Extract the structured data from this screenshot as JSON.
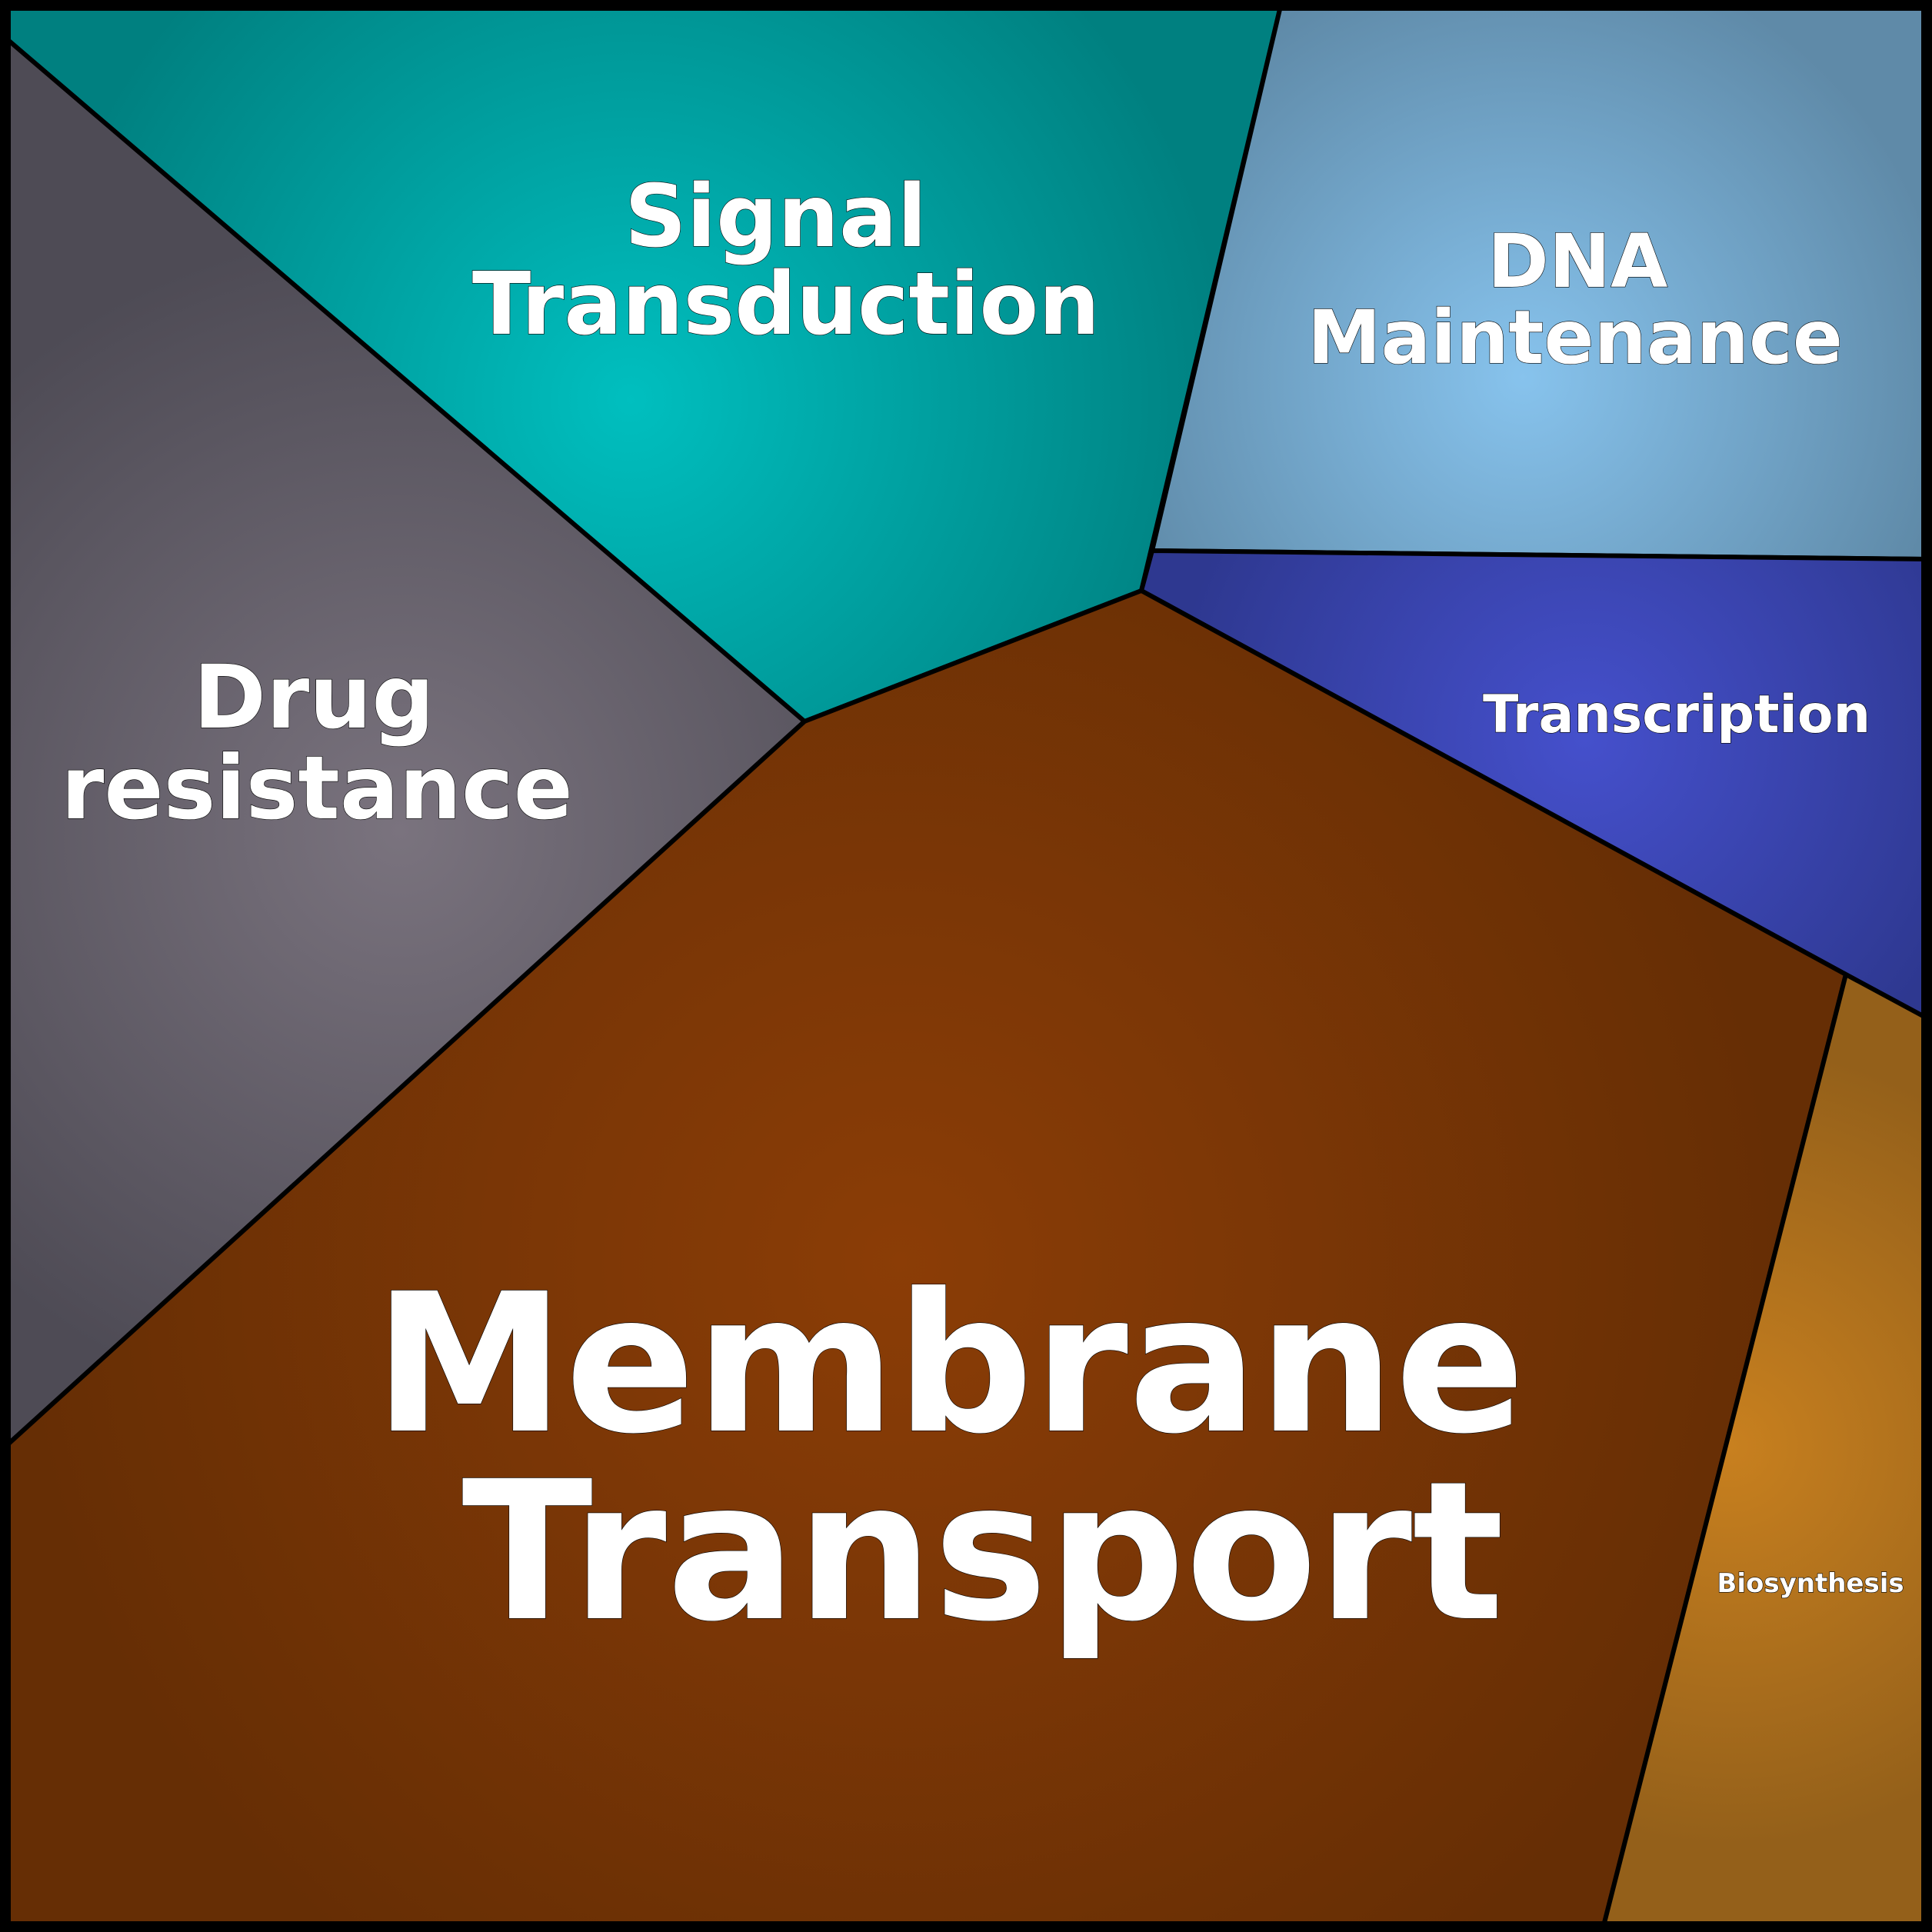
{
  "diagram": {
    "type": "voronoi-treemap",
    "cells": [
      {
        "id": "signal",
        "label_lines": [
          "Signal",
          "Transduction"
        ],
        "color_center": "#00BFBF",
        "color_edge": "#008080"
      },
      {
        "id": "dna",
        "label_lines": [
          "DNA",
          "Maintenance"
        ],
        "color_center": "#87C3ED",
        "color_edge": "#5F8AA8"
      },
      {
        "id": "transcription",
        "label_lines": [
          "Transcription"
        ],
        "color_center": "#4550CC",
        "color_edge": "#2E3890"
      },
      {
        "id": "drug",
        "label_lines": [
          "Drug",
          "resistance"
        ],
        "color_center": "#7A737E",
        "color_edge": "#4E4B55"
      },
      {
        "id": "membrane",
        "label_lines": [
          "Membrane",
          "Transport"
        ],
        "color_center": "#8B3D06",
        "color_edge": "#662E05"
      },
      {
        "id": "biosynthesis",
        "label_lines": [
          "Biosynthesis"
        ],
        "color_center": "#C8801F",
        "color_edge": "#94601A"
      }
    ]
  }
}
